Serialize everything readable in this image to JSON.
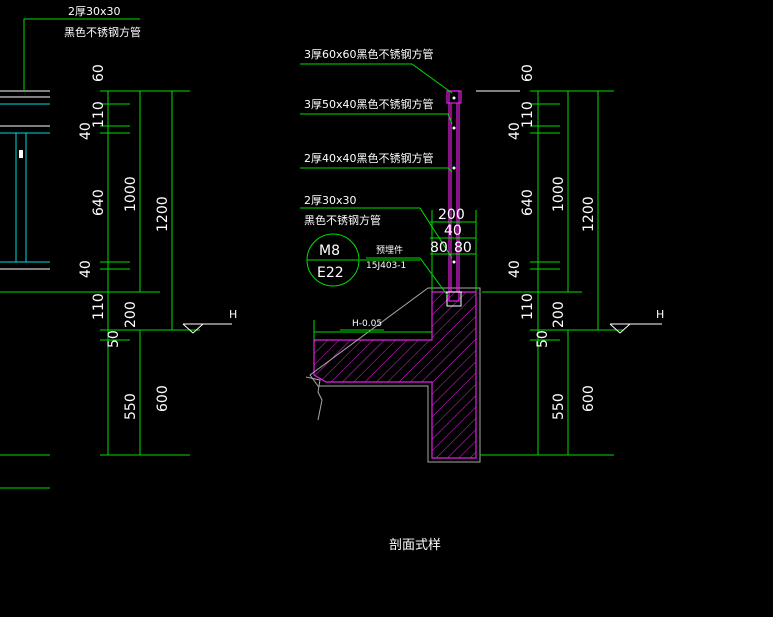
{
  "left_note": {
    "line1": "2厚30x30",
    "line2": "黑色不锈钢方管"
  },
  "dims_left": [
    "60",
    "110",
    "40",
    "640",
    "40",
    "110",
    "200",
    "50",
    "550",
    "1000",
    "1200",
    "600"
  ],
  "dims_right": [
    "60",
    "110",
    "40",
    "640",
    "40",
    "110",
    "200",
    "50",
    "550",
    "1000",
    "1200",
    "600"
  ],
  "level_label": "H",
  "notes": {
    "n1": "3厚60x60黑色不锈钢方管",
    "n2": "3厚50x40黑色不锈钢方管",
    "n3": "2厚40x40黑色不锈钢方管",
    "n4a": "2厚30x30",
    "n4b": "黑色不锈钢方管",
    "d200": "200",
    "d40": "40",
    "d80a": "80",
    "d80b": "80",
    "embed_label": "预埋件",
    "embed_code": "15J403-1",
    "circle_top": "M8",
    "circle_bottom": "E22",
    "slab_level": "H-0.05"
  },
  "caption": "剖面式样",
  "colors": {
    "background": "#000000",
    "dim": "#00dd00",
    "rail": "#e020e0",
    "concrete": "#a8a8a8"
  }
}
